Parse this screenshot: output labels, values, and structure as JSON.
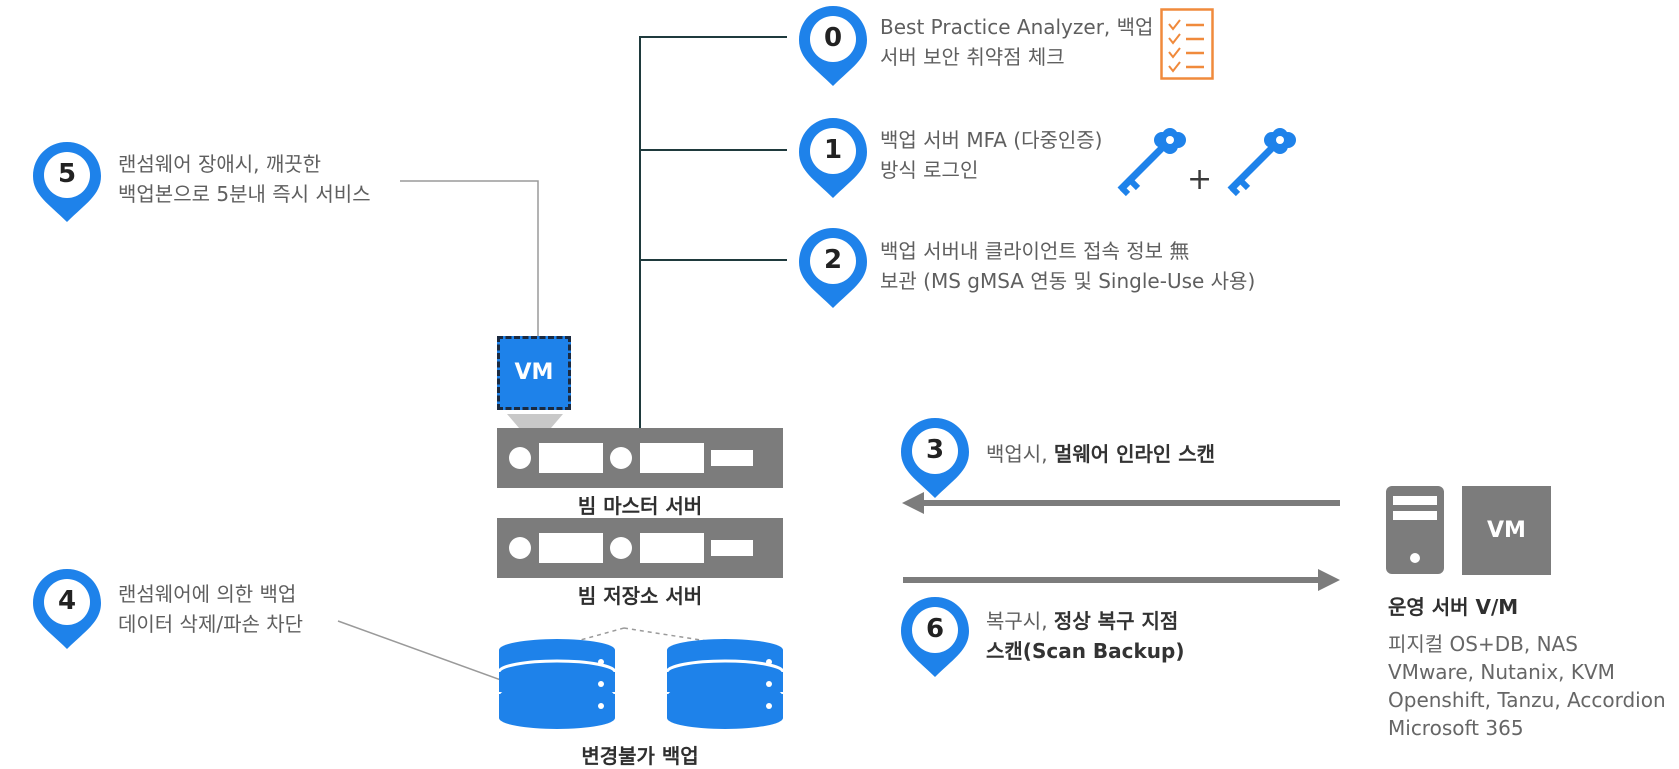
{
  "steps": {
    "s0": {
      "num": "0",
      "line1": "Best Practice Analyzer, 백업",
      "line2": "서버 보안 취약점 체크"
    },
    "s1": {
      "num": "1",
      "line1": "백업 서버 MFA (다중인증)",
      "line2": "방식 로그인"
    },
    "s2": {
      "num": "2",
      "line1": "백업 서버내 클라이언트 접속 정보 無",
      "line2": "보관 (MS gMSA 연동 및 Single-Use 사용)"
    },
    "s3": {
      "num": "3",
      "prefix": "백업시, ",
      "bold": "멀웨어 인라인 스캔"
    },
    "s4": {
      "num": "4",
      "line1": "랜섬웨어에 의한 백업",
      "line2": "데이터 삭제/파손 차단"
    },
    "s5": {
      "num": "5",
      "line1": "랜섬웨어 장애시, 깨끗한",
      "line2": "백업본으로 5분내 즉시 서비스"
    },
    "s6": {
      "num": "6",
      "prefix": "복구시, ",
      "bold1": "정상 복구 지점",
      "line2": "스캔(Scan Backup)"
    }
  },
  "plus_sign": "+",
  "vm_top": "VM",
  "vm_right": "VM",
  "labels": {
    "master_server": "빔 마스터 서버",
    "storage_server": "빔 저장소 서버",
    "immutable_backup": "변경불가 백업",
    "prod_server": "운영 서버 V/M"
  },
  "platforms": [
    "피지컬 OS+DB, NAS",
    "VMware, Nutanix, KVM",
    "Openshift, Tanzu, Accordion",
    "Microsoft 365"
  ],
  "icons": {
    "checklist": "checklist-icon",
    "key": "key-icon",
    "pin": "location-pin-icon",
    "database": "database-icon",
    "tower": "tower-server-icon"
  },
  "colors": {
    "accent_blue": "#1e82ea",
    "orange": "#f08a3c",
    "server_gray": "#7c7c7c",
    "line_dark": "#1f3a3d"
  }
}
